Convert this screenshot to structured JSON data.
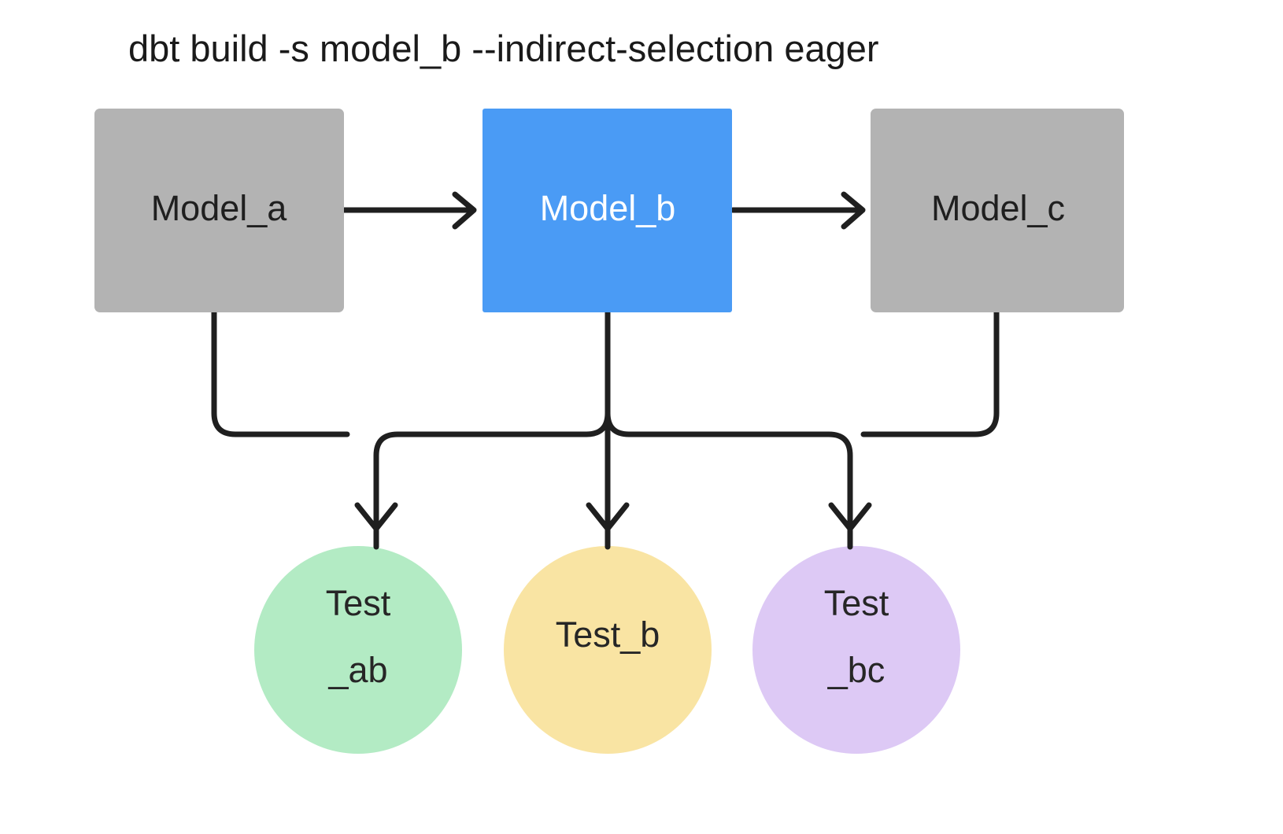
{
  "diagram": {
    "title": "dbt build -s model_b --indirect-selection eager",
    "background_color": "#ffffff",
    "edge_color": "#1f1f1f",
    "models": [
      {
        "id": "model_a",
        "label": "Model_a",
        "fill": "#b3b3b3",
        "text_color": "#1f1f1f",
        "selected": false
      },
      {
        "id": "model_b",
        "label": "Model_b",
        "fill": "#4a9bf5",
        "text_color": "#ffffff",
        "selected": true
      },
      {
        "id": "model_c",
        "label": "Model_c",
        "fill": "#b3b3b3",
        "text_color": "#1f1f1f",
        "selected": false
      }
    ],
    "tests": [
      {
        "id": "test_ab",
        "label_line1": "Test",
        "label_line2": "_ab",
        "fill": "#b3ebc4",
        "text_color": "#262626"
      },
      {
        "id": "test_b",
        "label_line1": "Test_b",
        "label_line2": "",
        "fill": "#f9e4a3",
        "text_color": "#262626"
      },
      {
        "id": "test_bc",
        "label_line1": "Test",
        "label_line2": "_bc",
        "fill": "#ddc9f5",
        "text_color": "#262626"
      }
    ],
    "edges": [
      {
        "id": "edge-model-a-to-model-b",
        "from": "model_a",
        "to": "model_b"
      },
      {
        "id": "edge-model-b-to-model-c",
        "from": "model_b",
        "to": "model_c"
      },
      {
        "id": "edge-model-a-to-test-ab",
        "from": "model_a",
        "to": "test_ab"
      },
      {
        "id": "edge-model-b-to-test-ab",
        "from": "model_b",
        "to": "test_ab"
      },
      {
        "id": "edge-model-b-to-test-b",
        "from": "model_b",
        "to": "test_b"
      },
      {
        "id": "edge-model-b-to-test-bc",
        "from": "model_b",
        "to": "test_bc"
      },
      {
        "id": "edge-model-c-to-test-bc",
        "from": "model_c",
        "to": "test_bc"
      }
    ]
  }
}
